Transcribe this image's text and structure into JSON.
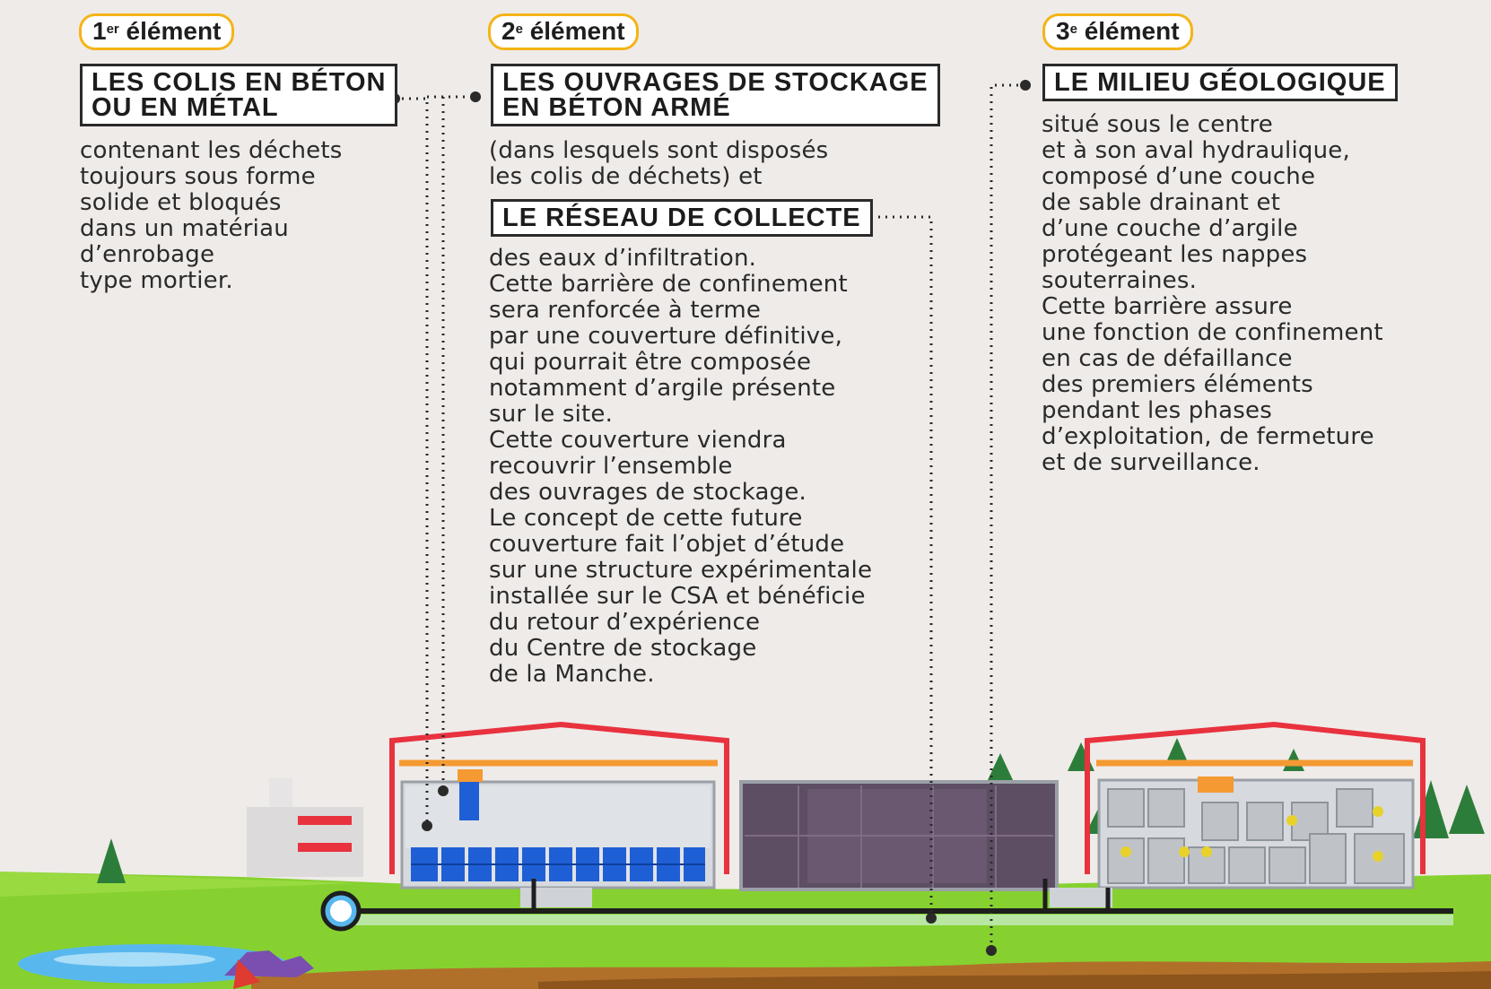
{
  "elements": [
    {
      "badge_number": "1",
      "badge_sup": "er",
      "badge_word": " élément",
      "heading": [
        "LES COLIS EN BÉTON",
        "OU EN MÉTAL"
      ],
      "text": "contenant les déchets\ntoujours sous forme\nsolide et bloqués\ndans un matériau\nd’enrobage\ntype mortier."
    },
    {
      "badge_number": "2",
      "badge_sup": "e",
      "badge_word": " élément",
      "heading": [
        "LES OUVRAGES DE STOCKAGE",
        "EN BÉTON ARMÉ"
      ],
      "text": "(dans lesquels sont disposés\nles colis de déchets) et",
      "heading2": "LE RÉSEAU DE COLLECTE",
      "text2": "des eaux d’infiltration.\nCette barrière de confinement\nsera renforcée à terme\npar une couverture définitive,\nqui pourrait être composée\nnotamment d’argile présente\nsur le site.\nCette couverture viendra\nrecouvrir l’ensemble\ndes ouvrages de stockage.\nLe concept de cette future\ncouverture fait l’objet d’étude\nsur une structure expérimentale\ninstallée sur le CSA et bénéficie\ndu retour d’expérience\ndu Centre de stockage\nde la Manche."
    },
    {
      "badge_number": "3",
      "badge_sup": "e",
      "badge_word": " élément",
      "heading": [
        "LE MILIEU GÉOLOGIQUE"
      ],
      "text": "situé sous le centre\net à son aval hydraulique,\ncomposé d’une couche\nde sable drainant et\nd’une couche d’argile\nprotégeant les nappes\nsouterraines.\nCette barrière assure\nune fonction de confinement\nen cas de défaillance\ndes premiers éléments\npendant les phases\nd’exploitation, de fermeture\net de surveillance."
    }
  ],
  "colors": {
    "badge_border": "#f4b417",
    "background": "#efebe9",
    "grass": "#86d130",
    "frame_red": "#e8323e",
    "crane_orange": "#f59a32",
    "drum_blue": "#1f5fd6",
    "water": "#58b8ee"
  }
}
